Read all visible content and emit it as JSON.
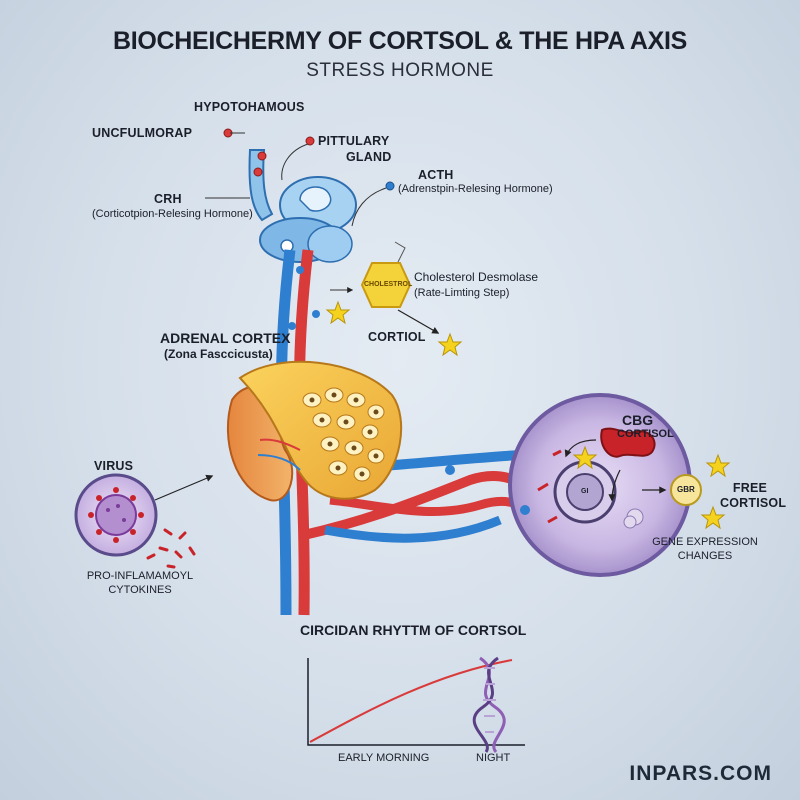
{
  "title": "BIOCHEICHERMY OF CORTSOL & THE HPA AXIS",
  "subtitle": "STRESS HORMONE",
  "labels": {
    "hypothalamus": "HYPOTOHAMOUS",
    "unculmorap": "UNCFULMORAP",
    "pituitary_1": "PITTULARY",
    "pituitary_2": "GLAND",
    "acth": "ACTH",
    "acth_full": "(Adrenstpin-Relesing Hormone)",
    "crh": "CRH",
    "crh_full": "(Corticotpion-Relesing Hormone)",
    "cholesterol_badge": "CHOLESTROL",
    "enzyme": "Cholesterol Desmolase",
    "enzyme_note": "(Rate-Limting Step)",
    "adrenal_cortex": "ADRENAL CORTEX",
    "zona": "(Zona Fasccicusta)",
    "cortisol": "CORTIOL",
    "cbg": "CBG",
    "cbg_cortisol": "CORTISOL",
    "gbr": "GBR",
    "nucleus_label": "GI",
    "free_cortisol_1": "FREE",
    "free_cortisol_2": "CORTISOL",
    "gene_1": "GENE EXPRESSION",
    "gene_2": "CHANGES",
    "virus": "VIRUS",
    "cytokines_1": "PRO-INFLAMAMOYL",
    "cytokines_2": "CYTOKINES"
  },
  "rhythm": {
    "title": "CIRCIDAN RHYTTM OF CORTSOL",
    "x_start": "EARLY MORNING",
    "x_end": "NIGHT"
  },
  "brand": "INPARS.COM",
  "colors": {
    "vessel_red": "#d93a3a",
    "vessel_blue": "#2f7fd0",
    "cell_purple": "#9a86c4",
    "adrenal_yellow": "#f2b63d",
    "kidney_orange": "#e8924a",
    "star_yellow": "#f5d21e"
  },
  "icons": [
    "star-icon",
    "dna-icon",
    "virus-icon",
    "cholesterol-hexagon-icon"
  ]
}
